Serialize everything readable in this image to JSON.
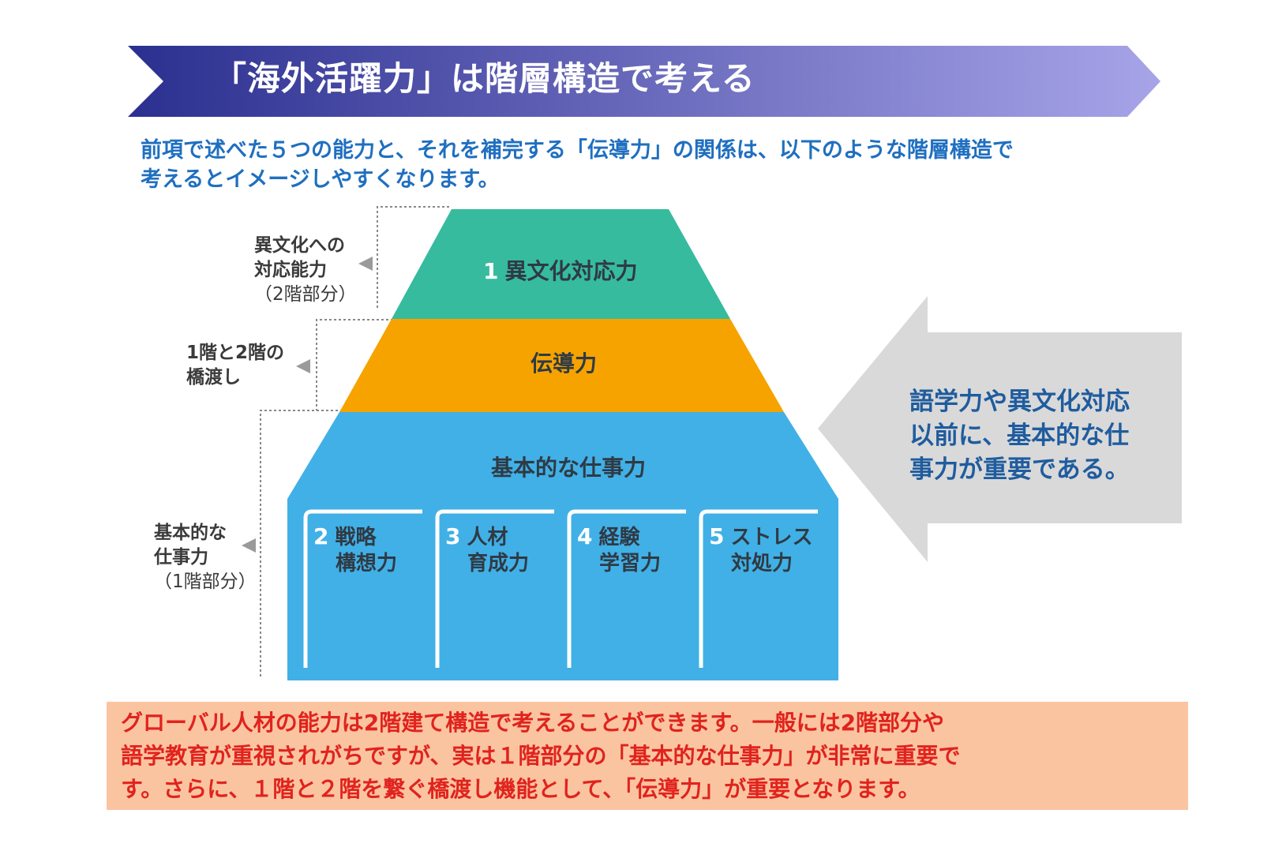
{
  "header": {
    "title": "「海外活躍力」は階層構造で考える",
    "colors": {
      "banner_start": "#2b2f8f",
      "banner_end": "#a7a4e8"
    }
  },
  "intro": {
    "line1": "前項で述べた５つの能力と、それを補完する「伝導力」の関係は、以下のような階層構造で",
    "line2": "考えるとイメージしやすくなります。"
  },
  "pyramid": {
    "top": {
      "number": "1",
      "label": "異文化対応力",
      "color": "#36bb9e"
    },
    "middle": {
      "label": "伝導力",
      "color": "#f6a300"
    },
    "base": {
      "label": "基本的な仕事力",
      "color": "#41b0e6",
      "pillars": [
        {
          "number": "2",
          "line1": "戦略",
          "line2": "構想力"
        },
        {
          "number": "3",
          "line1": "人材",
          "line2": "育成力"
        },
        {
          "number": "4",
          "line1": "経験",
          "line2": "学習力"
        },
        {
          "number": "5",
          "line1": "ストレス",
          "line2": "対処力"
        }
      ]
    }
  },
  "side_labels": {
    "upper": {
      "line1": "異文化への",
      "line2": "対応能力",
      "line3": "（2階部分）"
    },
    "bridge": {
      "line1": "1階と2階の",
      "line2": "橋渡し"
    },
    "lower": {
      "line1": "基本的な",
      "line2": "仕事力",
      "line3": "（1階部分）"
    }
  },
  "callout": {
    "line1": "語学力や異文化対応",
    "line2": "以前に、基本的な仕",
    "line3": "事力が重要である。",
    "color": "#d9d9d9"
  },
  "summary": {
    "line1": "グローバル人材の能力は2階建て構造で考えることができます。一般には2階部分や",
    "line2": "語学教育が重視されがちですが、実は１階部分の「基本的な仕事力」が非常に重要で",
    "line3": "す。さらに、１階と２階を繋ぐ橋渡し機能として、「伝導力」が重要となります。"
  }
}
